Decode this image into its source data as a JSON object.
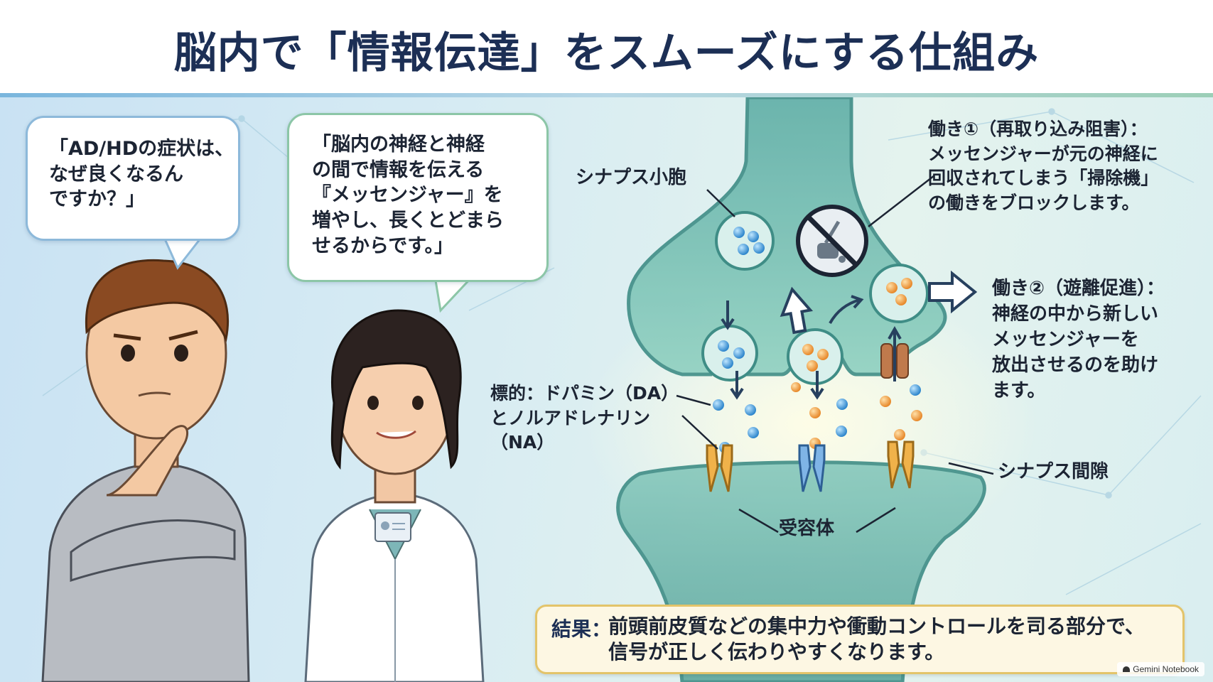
{
  "title": "脳内で「情報伝達」をスムーズにする仕組み",
  "patient_bubble": "「AD/HDの症状は、\nなぜ良くなるん\nですか？」",
  "doctor_bubble": "「脳内の神経と神経\nの間で情報を伝える\n『メッセンジャー』を\n増やし、長くとどまら\nせるからです。」",
  "labels": {
    "vesicle": "シナプス小胞",
    "action1": "働き①（再取り込み阻害）：\nメッセンジャーが元の神経に\n回収されてしまう「掃除機」\nの働きをブロックします。",
    "action2": "働き②（遊離促進）：\n神経の中から新しい\nメッセンジャーを\n放出させるのを助け\nます。",
    "target": "標的：ドパミン（DA）\nとノルアドレナリン\n（NA）",
    "cleft": "シナプス間隙",
    "receptor": "受容体"
  },
  "result": {
    "label": "結果：",
    "text": "前頭前皮質などの集中力や衝動コントロールを司る部分で、\n信号が正しく伝わりやすくなります。"
  },
  "watermark": "Gemini Notebook",
  "colors": {
    "title": "#1c2f55",
    "neuron": "#7cc0b2",
    "dopamine": "#f0a040",
    "noradrenaline": "#4ea4e0"
  },
  "icons": [
    "vacuum-blocked-icon",
    "id-badge-icon",
    "arrow-icon"
  ]
}
